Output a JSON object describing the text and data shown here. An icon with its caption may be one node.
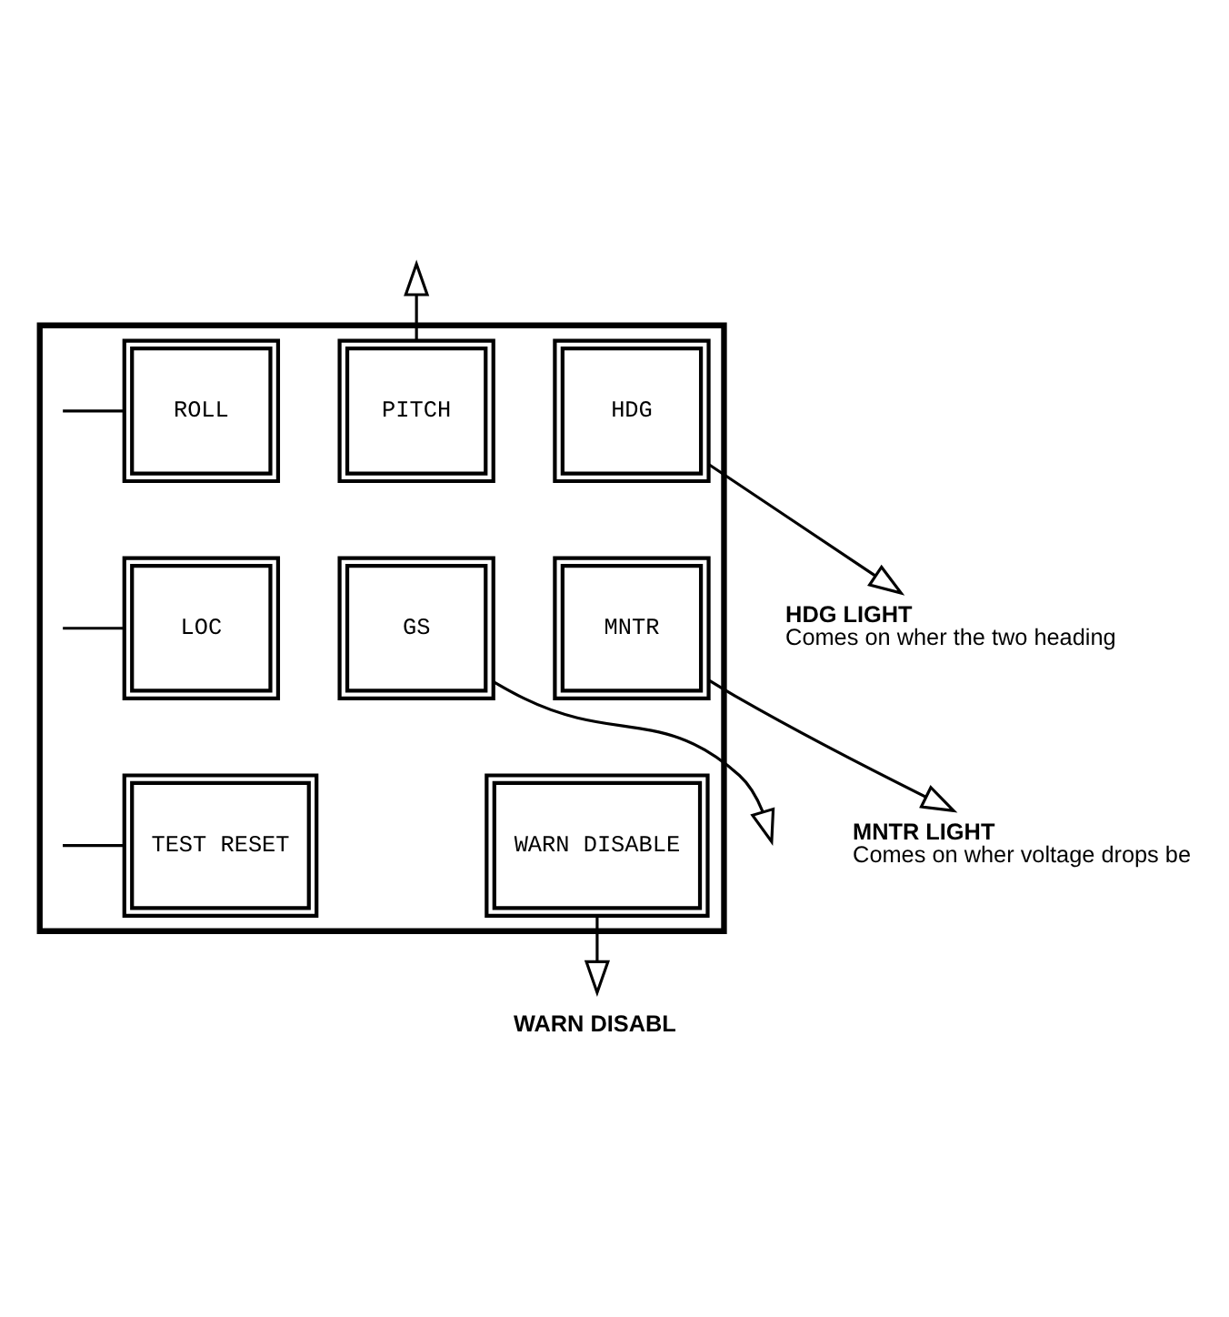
{
  "diagram": {
    "nodes": [
      {
        "text": [],
        "shape": "box"
      },
      {
        "text": [
          "ROLL"
        ],
        "in": 0
      },
      {
        "text": [
          "PITCH"
        ],
        "in": 0
      },
      {
        "text": [
          "HDG"
        ],
        "in": 0
      },
      {
        "text": [
          "LOC"
        ],
        "in": 0
      },
      {
        "text": [
          "GS"
        ],
        "in": 0
      },
      {
        "text": [
          "MNTR"
        ],
        "in": 0
      },
      {
        "text": [
          "TEST RESET"
        ],
        "in": 0
      },
      {
        "text": [
          "WARN DISABLE"
        ],
        "in": 0
      },
      {
        "text": [
          "HDG LIGHT",
          "Comes on wher the two heading"
        ]
      },
      {
        "text": [
          "MNTR LIGHT",
          "Comes on wher voltage drops be"
        ]
      },
      {
        "text": [
          "WARN DISABL"
        ]
      }
    ],
    "edges": [
      {
        "from": 2,
        "to": null,
        "arrow": "to"
      },
      {
        "from": 3,
        "to": 9,
        "arrow": "to"
      },
      {
        "from": 1,
        "to": null,
        "arrow": "none"
      },
      {
        "from": 6,
        "to": 10,
        "arrow": "to"
      },
      {
        "from": 4,
        "to": null,
        "arrow": "none"
      },
      {
        "from": 7,
        "to": null,
        "arrow": "none"
      },
      {
        "from": 8,
        "to": 11,
        "arrow": "to"
      },
      {
        "from": 5,
        "to": null,
        "arrow": "to"
      }
    ]
  }
}
